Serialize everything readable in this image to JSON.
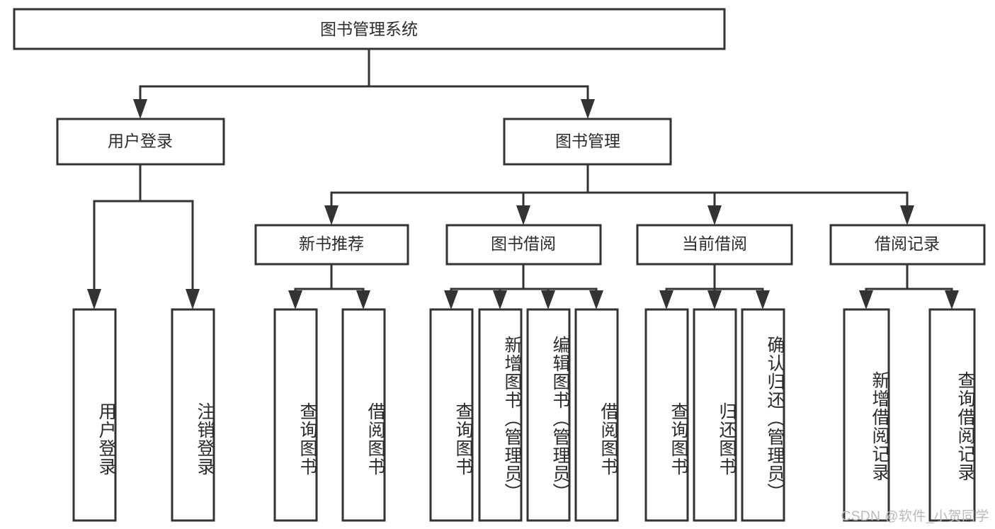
{
  "diagram": {
    "type": "tree-hierarchy",
    "title": "图书管理系统",
    "style": {
      "box_fill": "#ffffff",
      "box_stroke": "#333333",
      "text_color": "#2b2b2b",
      "background": "#ffffff",
      "watermark_color": "#b9b9b9"
    },
    "levels": {
      "root": {
        "label": "图书管理系统"
      },
      "level2": [
        {
          "label": "用户登录"
        },
        {
          "label": "图书管理"
        }
      ],
      "level3": [
        {
          "label": "新书推荐"
        },
        {
          "label": "图书借阅"
        },
        {
          "label": "当前借阅"
        },
        {
          "label": "借阅记录"
        }
      ],
      "leaves": {
        "user_login": [
          {
            "label": "用户登录"
          },
          {
            "label": "注销登录"
          }
        ],
        "new_book_recommend": [
          {
            "label": "查询图书"
          },
          {
            "label": "借阅图书"
          }
        ],
        "book_borrow": [
          {
            "label": "查询图书"
          },
          {
            "label": "新增图书（管理员）"
          },
          {
            "label": "编辑图书（管理员）"
          },
          {
            "label": "借阅图书"
          }
        ],
        "current_borrow": [
          {
            "label": "查询图书"
          },
          {
            "label": "归还图书"
          },
          {
            "label": "确认归还（管理员）"
          }
        ],
        "borrow_record": [
          {
            "label": "新增借阅记录"
          },
          {
            "label": "查询借阅记录"
          }
        ]
      }
    },
    "watermark": "CSDN @软件_小贺同学"
  }
}
